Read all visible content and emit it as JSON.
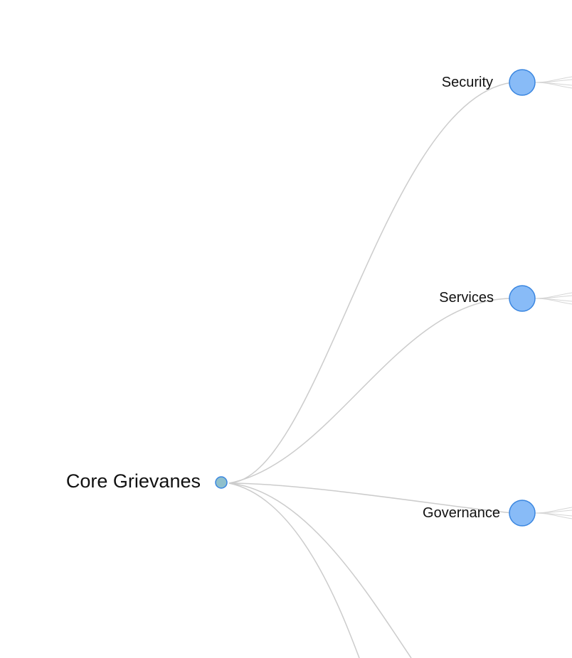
{
  "tree": {
    "root": {
      "label": "Core Grievanes"
    },
    "children": [
      {
        "label": "Security"
      },
      {
        "label": "Services"
      },
      {
        "label": "Governance"
      }
    ]
  },
  "colors": {
    "node_fill": "#88bbf7",
    "node_stroke": "#3a86e0",
    "root_fill": "#8fc0cc",
    "link": "#cccccc"
  }
}
